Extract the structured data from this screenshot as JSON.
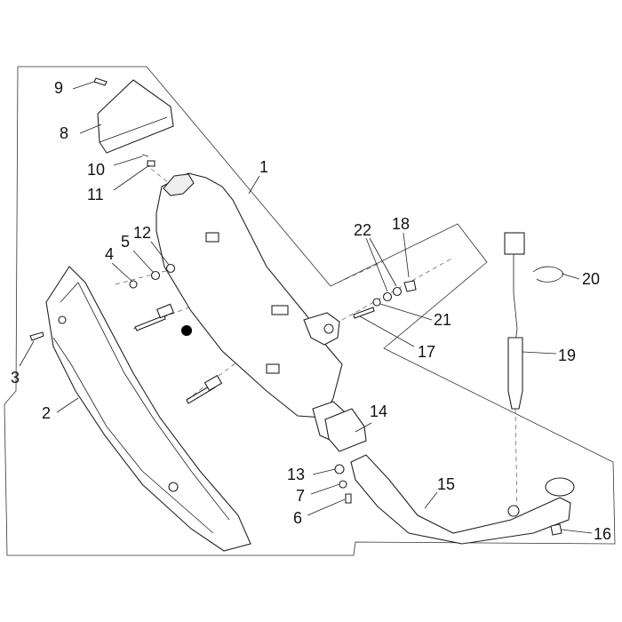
{
  "diagram": {
    "callouts": [
      {
        "id": "c9",
        "text": "9"
      },
      {
        "id": "c8",
        "text": "8"
      },
      {
        "id": "c10",
        "text": "10"
      },
      {
        "id": "c11",
        "text": "11"
      },
      {
        "id": "c1",
        "text": "1"
      },
      {
        "id": "c5",
        "text": "5"
      },
      {
        "id": "c12",
        "text": "12"
      },
      {
        "id": "c4",
        "text": "4"
      },
      {
        "id": "c22",
        "text": "22"
      },
      {
        "id": "c18",
        "text": "18"
      },
      {
        "id": "c20",
        "text": "20"
      },
      {
        "id": "c21",
        "text": "21"
      },
      {
        "id": "c17",
        "text": "17"
      },
      {
        "id": "c19",
        "text": "19"
      },
      {
        "id": "c3",
        "text": "3"
      },
      {
        "id": "c2",
        "text": "2"
      },
      {
        "id": "c14",
        "text": "14"
      },
      {
        "id": "c13",
        "text": "13"
      },
      {
        "id": "c15",
        "text": "15"
      },
      {
        "id": "c7",
        "text": "7"
      },
      {
        "id": "c6",
        "text": "6"
      },
      {
        "id": "c16",
        "text": "16"
      }
    ]
  }
}
